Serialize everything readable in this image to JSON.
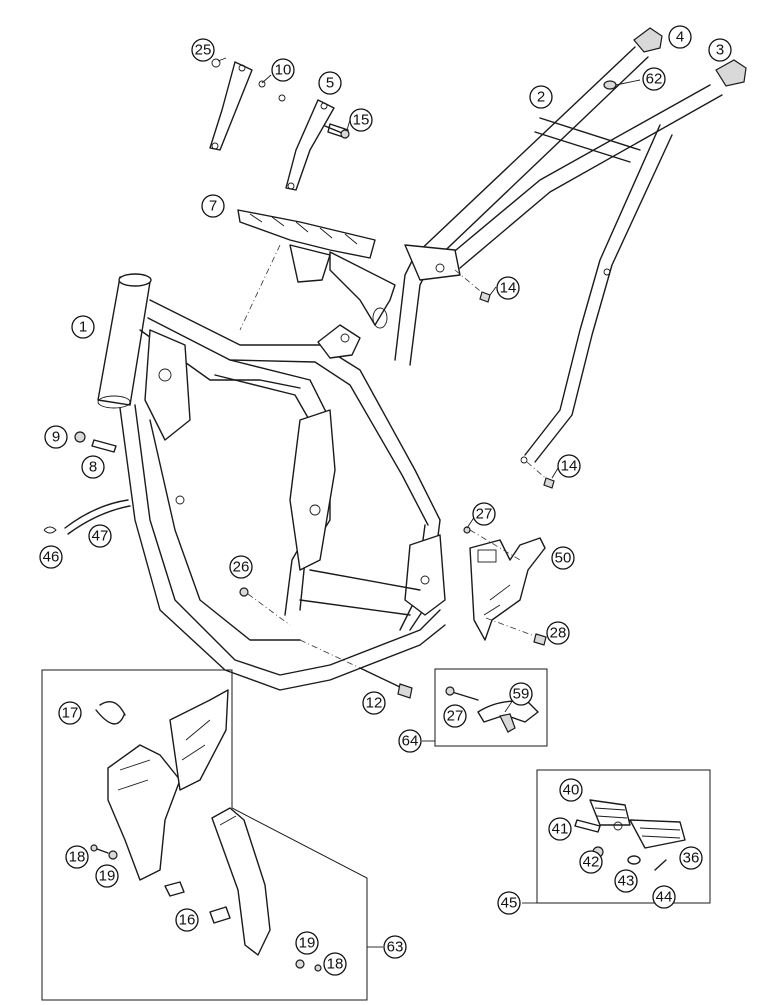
{
  "callouts": [
    {
      "id": "c25a",
      "text": "25"
    },
    {
      "id": "c10",
      "text": "10"
    },
    {
      "id": "c5",
      "text": "5"
    },
    {
      "id": "c15",
      "text": "15"
    },
    {
      "id": "c7",
      "text": "7"
    },
    {
      "id": "c4",
      "text": "4"
    },
    {
      "id": "c3",
      "text": "3"
    },
    {
      "id": "c2",
      "text": "2"
    },
    {
      "id": "c62",
      "text": "62"
    },
    {
      "id": "c14a",
      "text": "14"
    },
    {
      "id": "c14b",
      "text": "14"
    },
    {
      "id": "c1",
      "text": "1"
    },
    {
      "id": "c9",
      "text": "9"
    },
    {
      "id": "c8",
      "text": "8"
    },
    {
      "id": "c47",
      "text": "47"
    },
    {
      "id": "c46",
      "text": "46"
    },
    {
      "id": "c27a",
      "text": "27"
    },
    {
      "id": "c50",
      "text": "50"
    },
    {
      "id": "c26",
      "text": "26"
    },
    {
      "id": "c28",
      "text": "28"
    },
    {
      "id": "c12",
      "text": "12"
    },
    {
      "id": "c59",
      "text": "59"
    },
    {
      "id": "c27b",
      "text": "27"
    },
    {
      "id": "c64",
      "text": "64"
    },
    {
      "id": "c17",
      "text": "17"
    },
    {
      "id": "c40",
      "text": "40"
    },
    {
      "id": "c41",
      "text": "41"
    },
    {
      "id": "c42",
      "text": "42"
    },
    {
      "id": "c36",
      "text": "36"
    },
    {
      "id": "c43",
      "text": "43"
    },
    {
      "id": "c44",
      "text": "44"
    },
    {
      "id": "c45",
      "text": "45"
    },
    {
      "id": "c18a",
      "text": "18"
    },
    {
      "id": "c19a",
      "text": "19"
    },
    {
      "id": "c16",
      "text": "16"
    },
    {
      "id": "c19b",
      "text": "19"
    },
    {
      "id": "c18b",
      "text": "18"
    },
    {
      "id": "c63",
      "text": "63"
    }
  ]
}
